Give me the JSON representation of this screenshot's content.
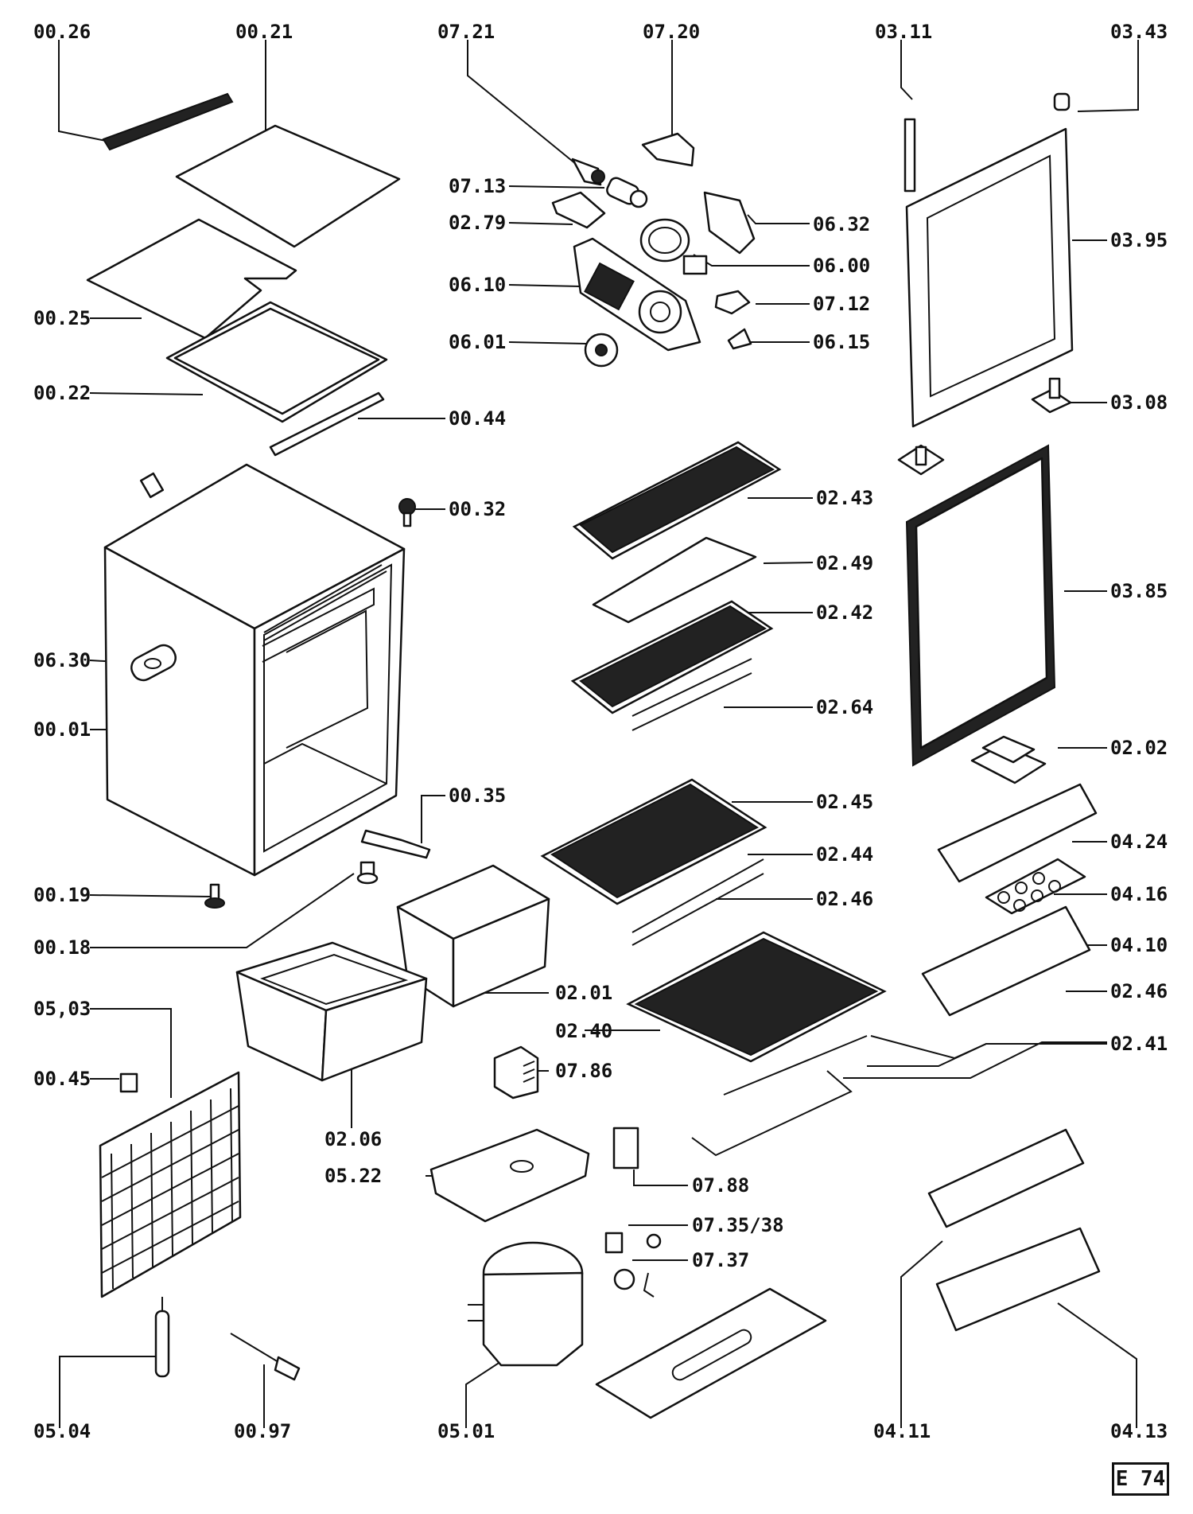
{
  "labels": {
    "p0026": "00.26",
    "p0021": "00.21",
    "p0721": "07.21",
    "p0720": "07.20",
    "p0311": "03.11",
    "p0343": "03.43",
    "p0713": "07.13",
    "p0279": "02.79",
    "p0632": "06.32",
    "p0395": "03.95",
    "p0600": "06.00",
    "p0610": "06.10",
    "p0712": "07.12",
    "p0025": "00.25",
    "p0601": "06.01",
    "p0615": "06.15",
    "p0022": "00.22",
    "p0308": "03.08",
    "p0044": "00.44",
    "p0032": "00.32",
    "p0243": "02.43",
    "p0249": "02.49",
    "p0385": "03.85",
    "p0242": "02.42",
    "p0630": "06.30",
    "p0264": "02.64",
    "p0001": "00.01",
    "p0202": "02.02",
    "p0035": "00.35",
    "p0245": "02.45",
    "p0424": "04.24",
    "p0244": "02.44",
    "p0019": "00.19",
    "p0416": "04.16",
    "p0246": "02.46",
    "p0018": "00.18",
    "p0410": "04.10",
    "p0201": "02.01",
    "p0246b": "02.46",
    "p0503": "05,03",
    "p0240": "02.40",
    "p0241": "02.41",
    "p0045": "00.45",
    "p0786": "07.86",
    "p0206": "02.06",
    "p0522": "05.22",
    "p0788": "07.88",
    "p0735": "07.35/38",
    "p0737": "07.37",
    "p0504": "05.04",
    "p0097": "00.97",
    "p0501": "05.01",
    "p0411": "04.11",
    "p0413": "04.13"
  },
  "diagram_code": "E 74"
}
